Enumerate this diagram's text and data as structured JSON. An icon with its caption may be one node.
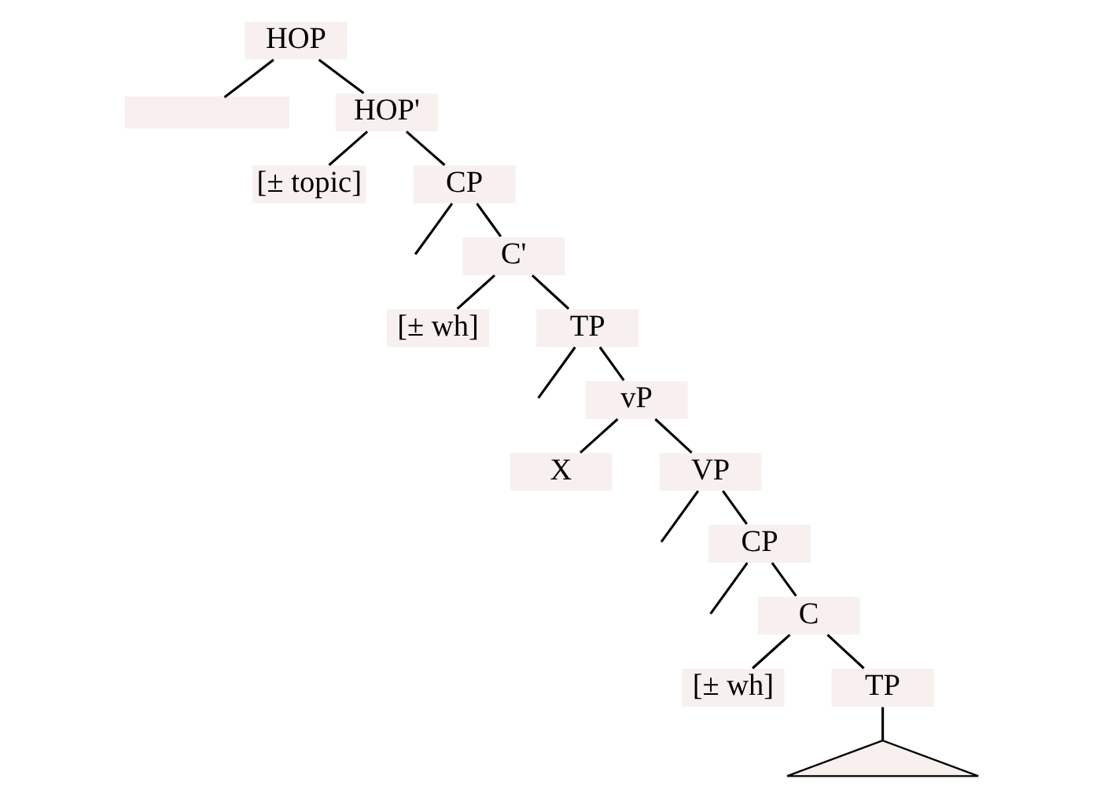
{
  "diagram": {
    "nodes": [
      {
        "text": [
          "HOP"
        ]
      },
      {
        "text": [],
        "shape": "box"
      },
      {
        "text": [
          "HOP'"
        ]
      },
      {
        "text": [
          "[± topic]"
        ]
      },
      {
        "text": [
          "CP"
        ]
      },
      {
        "text": [
          "C'"
        ]
      },
      {
        "text": [
          "[± wh]"
        ]
      },
      {
        "text": [
          "TP"
        ]
      },
      {
        "text": [
          "vP"
        ]
      },
      {
        "text": [
          "X"
        ]
      },
      {
        "text": [
          "VP"
        ]
      },
      {
        "text": [
          "CP"
        ]
      },
      {
        "text": [
          "C"
        ]
      },
      {
        "text": [
          "[± wh]"
        ]
      },
      {
        "text": [
          "TP"
        ]
      },
      {
        "text": [],
        "shape": "triangle"
      }
    ],
    "edges": [
      {
        "from": 0,
        "to": 1,
        "arrow": "none"
      },
      {
        "from": 0,
        "to": 2,
        "arrow": "none"
      },
      {
        "from": 2,
        "to": 3,
        "arrow": "none"
      },
      {
        "from": 2,
        "to": 4,
        "arrow": "none"
      },
      {
        "from": 4,
        "to": null,
        "arrow": "none"
      },
      {
        "from": 4,
        "to": 5,
        "arrow": "none"
      },
      {
        "from": 5,
        "to": 6,
        "arrow": "none"
      },
      {
        "from": 5,
        "to": 7,
        "arrow": "none"
      },
      {
        "from": 7,
        "to": null,
        "arrow": "none"
      },
      {
        "from": 7,
        "to": 8,
        "arrow": "none"
      },
      {
        "from": 8,
        "to": 9,
        "arrow": "none"
      },
      {
        "from": 8,
        "to": 10,
        "arrow": "none"
      },
      {
        "from": 10,
        "to": null,
        "arrow": "none"
      },
      {
        "from": 10,
        "to": 11,
        "arrow": "none"
      },
      {
        "from": 11,
        "to": null,
        "arrow": "none"
      },
      {
        "from": 11,
        "to": 12,
        "arrow": "none"
      },
      {
        "from": 12,
        "to": 13,
        "arrow": "none"
      },
      {
        "from": 12,
        "to": 14,
        "arrow": "none"
      },
      {
        "from": 14,
        "to": 15,
        "arrow": "none"
      }
    ]
  }
}
